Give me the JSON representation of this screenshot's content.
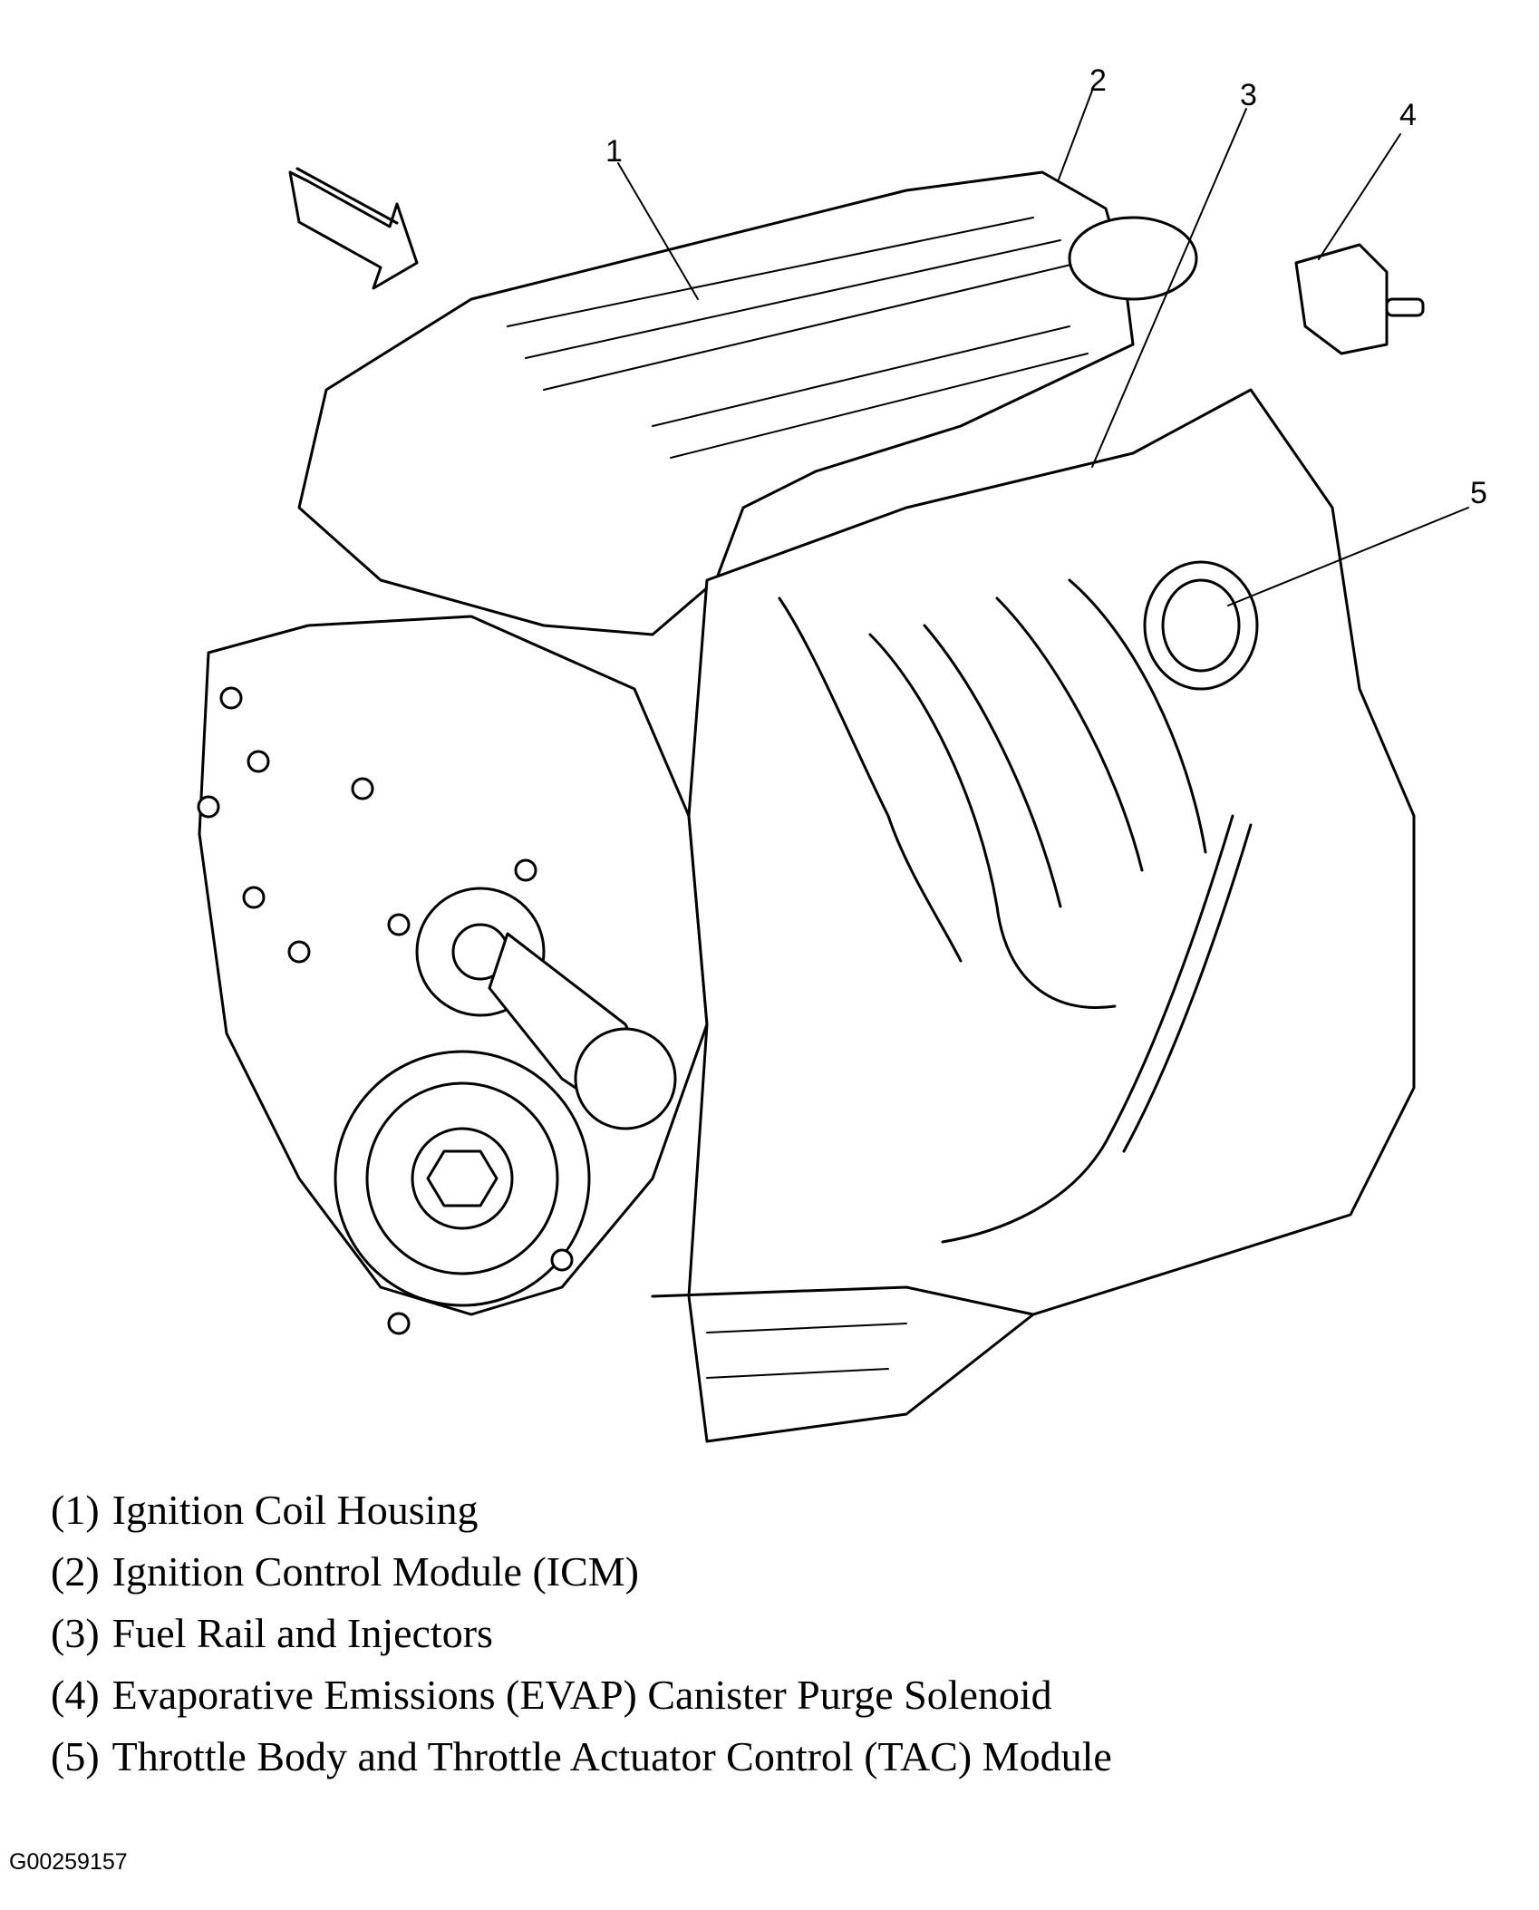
{
  "callouts": [
    {
      "label": "1"
    },
    {
      "label": "2"
    },
    {
      "label": "3"
    },
    {
      "label": "4"
    },
    {
      "label": "5"
    }
  ],
  "legend": [
    {
      "num": "(1)",
      "text": "Ignition Coil Housing"
    },
    {
      "num": "(2)",
      "text": "Ignition Control Module (ICM)"
    },
    {
      "num": "(3)",
      "text": "Fuel Rail and Injectors"
    },
    {
      "num": "(4)",
      "text": "Evaporative Emissions (EVAP) Canister Purge Solenoid"
    },
    {
      "num": "(5)",
      "text": "Throttle Body and Throttle Actuator Control (TAC) Module"
    }
  ],
  "figure_id": "G00259157",
  "icons": {
    "direction": "view-direction-arrow-icon"
  }
}
